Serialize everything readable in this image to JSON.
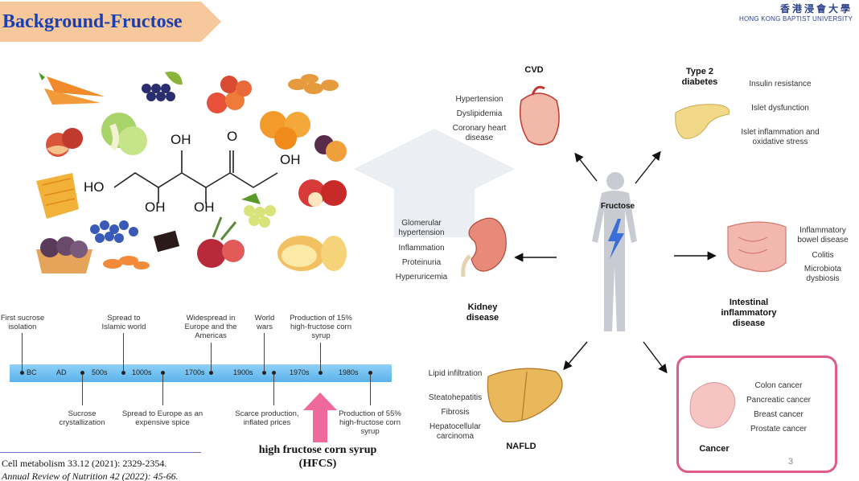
{
  "header": {
    "title": "Background-Fructose",
    "university_zh": "香港浸會大學",
    "university_en": "HONG KONG BAPTIST UNIVERSITY"
  },
  "colors": {
    "banner": "#f7c89b",
    "title": "#1a3fb0",
    "timeline": "#6bbcf0",
    "arrow_pink": "#ef6a9a",
    "cancer_border": "#e05a8a",
    "organ_pink": "#f2b8a8",
    "body_grey": "#c8ccd2",
    "lightning": "#3a6fd8"
  },
  "chemistry": {
    "labels": [
      "OH",
      "O",
      "OH",
      "HO",
      "OH",
      "OH"
    ]
  },
  "timeline": {
    "ticks": [
      "BC",
      "AD",
      "500s",
      "1000s",
      "1700s",
      "1900s",
      "1970s",
      "1980s"
    ],
    "events_above": [
      "First sucrose isolation",
      "Spread to Islamic world",
      "Widespread in Europe and the Americas",
      "World wars",
      "Production of 15% high-fructose corn syrup"
    ],
    "events_below": [
      "Sucrose crystallization",
      "Spread to Europe as an expensive spice",
      "Scarce production, inflated prices",
      "Production of 55% high-fructose corn syrup"
    ],
    "hfcs_label": "high fructose corn syrup (HFCS)"
  },
  "references": [
    "Cell metabolism 33.12 (2021): 2329-2354.",
    "Annual Review of Nutrition 42 (2022): 45-66."
  ],
  "diagram": {
    "center": "Fructose",
    "cvd": {
      "title": "CVD",
      "items": [
        "Hypertension",
        "Dyslipidemia",
        "Coronary heart disease"
      ]
    },
    "diabetes": {
      "title": "Type 2 diabetes",
      "items": [
        "Insulin resistance",
        "Islet dysfunction",
        "Islet inflammation and oxidative stress"
      ]
    },
    "kidney": {
      "title": "Kidney disease",
      "items": [
        "Glomerular hypertension",
        "Inflammation",
        "Proteinuria",
        "Hyperuricemia"
      ]
    },
    "intestinal": {
      "title": "Intestinal inflammatory disease",
      "items": [
        "Inflammatory bowel disease",
        "Colitis",
        "Microbiota dysbiosis"
      ]
    },
    "nafld": {
      "title": "NAFLD",
      "items": [
        "Lipid infiltration",
        "Steatohepatitis",
        "Fibrosis",
        "Hepatocellular carcinoma"
      ]
    },
    "cancer": {
      "title": "Cancer",
      "items": [
        "Colon cancer",
        "Pancreatic cancer",
        "Breast cancer",
        "Prostate cancer"
      ]
    }
  },
  "page_number": "3"
}
